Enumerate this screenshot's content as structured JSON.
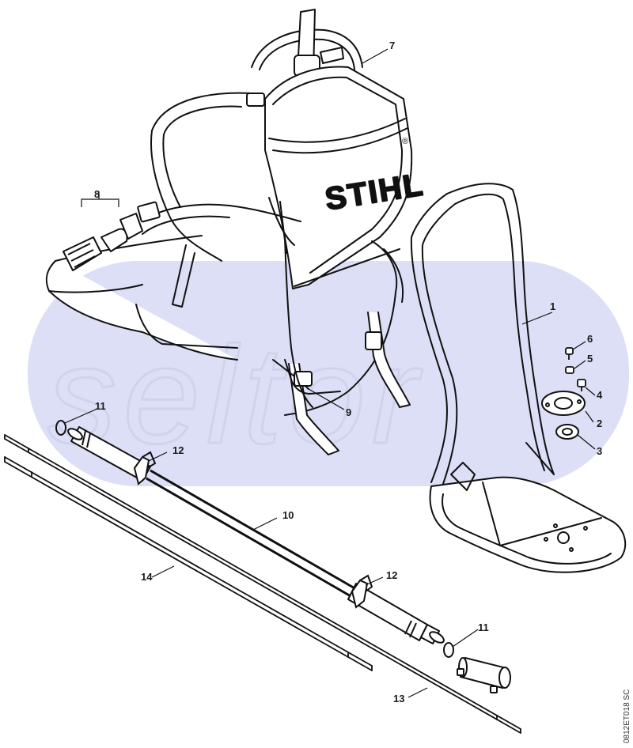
{
  "brand_logo": {
    "text": "STIHL",
    "registered": "®"
  },
  "watermark": {
    "text": "seltor",
    "color": "#c9cdee"
  },
  "figure_code": "0812ET018 SC",
  "callouts": [
    {
      "num": "1"
    },
    {
      "num": "2"
    },
    {
      "num": "3"
    },
    {
      "num": "4"
    },
    {
      "num": "5"
    },
    {
      "num": "6"
    },
    {
      "num": "7"
    },
    {
      "num": "8"
    },
    {
      "num": "9"
    },
    {
      "num": "10"
    },
    {
      "num": "11"
    },
    {
      "num": "11"
    },
    {
      "num": "12"
    },
    {
      "num": "12"
    },
    {
      "num": "13"
    },
    {
      "num": "14"
    }
  ]
}
